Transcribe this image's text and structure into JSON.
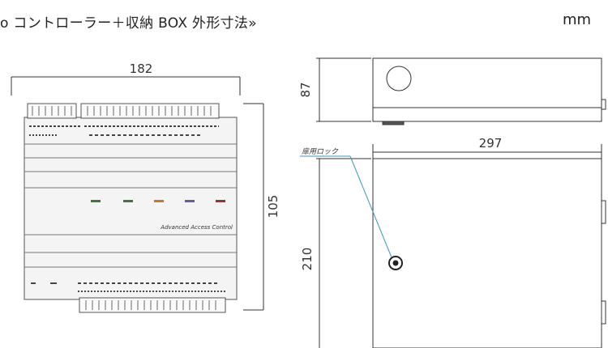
{
  "header": {
    "title": "o コントローラー＋収納 BOX 外形寸法»",
    "unit": "mm"
  },
  "controller": {
    "width_label": "182",
    "height_label": "105",
    "product_label": "Advanced Access Control"
  },
  "box": {
    "depth_label": "87",
    "width_label": "297",
    "height_label": "210",
    "lock_callout": "扉用ロック"
  }
}
